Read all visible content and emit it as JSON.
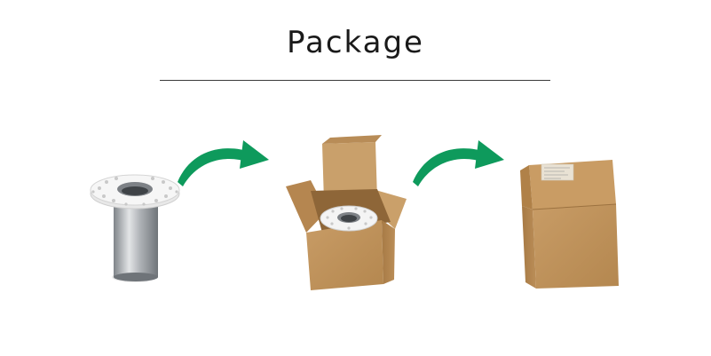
{
  "heading": {
    "title": "Package"
  },
  "colors": {
    "arrow": "#0e9a5c",
    "cardboard": "#c69a63",
    "cardboard_dark": "#a67a46",
    "steel": "#b9bcc0",
    "flange": "#f2f2f2"
  },
  "steps": [
    {
      "name": "product",
      "icon": "drain-pipe-icon"
    },
    {
      "name": "product-in-open-box",
      "icon": "open-box-icon"
    },
    {
      "name": "sealed-box",
      "icon": "closed-box-icon"
    }
  ]
}
